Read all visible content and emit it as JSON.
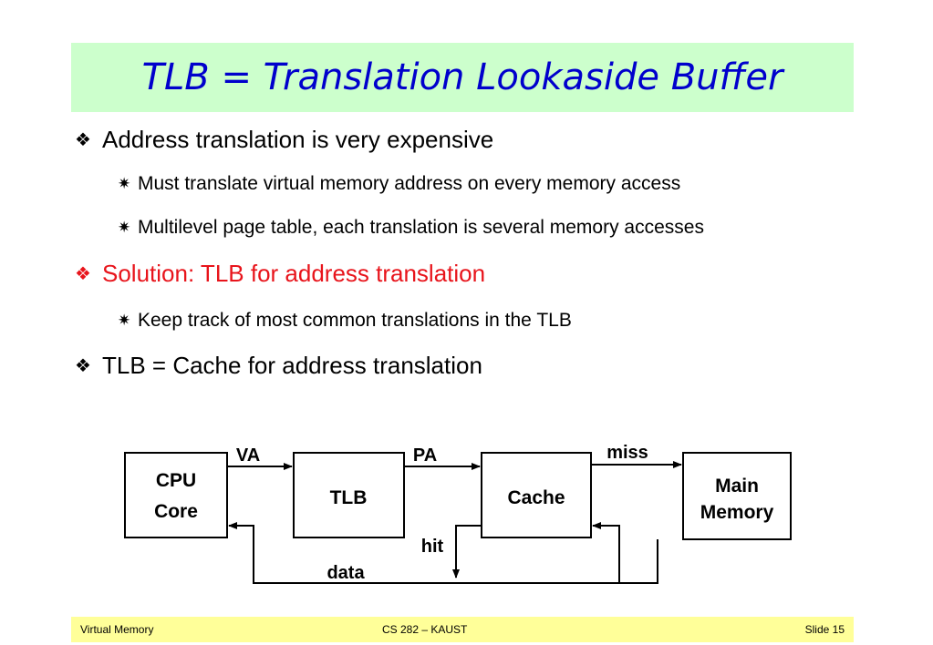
{
  "slide": {
    "title": "TLB = Translation Lookaside Buffer",
    "bullets": [
      {
        "level": 1,
        "icon": "diamond-bullet-icon",
        "text": "Address translation is very expensive"
      },
      {
        "level": 2,
        "icon": "asterisk-bullet-icon",
        "text": "Must translate virtual memory address on every memory access"
      },
      {
        "level": 2,
        "icon": "asterisk-bullet-icon",
        "text": "Multilevel page table, each translation is several memory accesses"
      },
      {
        "level": 1,
        "icon": "diamond-bullet-icon",
        "text": "Solution: TLB for address translation",
        "color": "#e8141b"
      },
      {
        "level": 2,
        "icon": "asterisk-bullet-icon",
        "text": "Keep track of most common translations in the TLB"
      },
      {
        "level": 1,
        "icon": "diamond-bullet-icon",
        "text": "TLB = Cache for address translation"
      }
    ],
    "diagram": {
      "boxes": {
        "cpu_line1": "CPU",
        "cpu_line2": "Core",
        "tlb": "TLB",
        "cache": "Cache",
        "mem_line1": "Main",
        "mem_line2": "Memory"
      },
      "labels": {
        "va": "VA",
        "pa": "PA",
        "miss": "miss",
        "hit": "hit",
        "data": "data"
      }
    },
    "footer": {
      "left": "Virtual Memory",
      "center": "CS 282 – KAUST",
      "right": "Slide 15"
    },
    "colors": {
      "title_bg": "#ccffcc",
      "title_text": "#0000cc",
      "accent_red": "#e8141b",
      "footer_bg": "#ffff99"
    }
  }
}
